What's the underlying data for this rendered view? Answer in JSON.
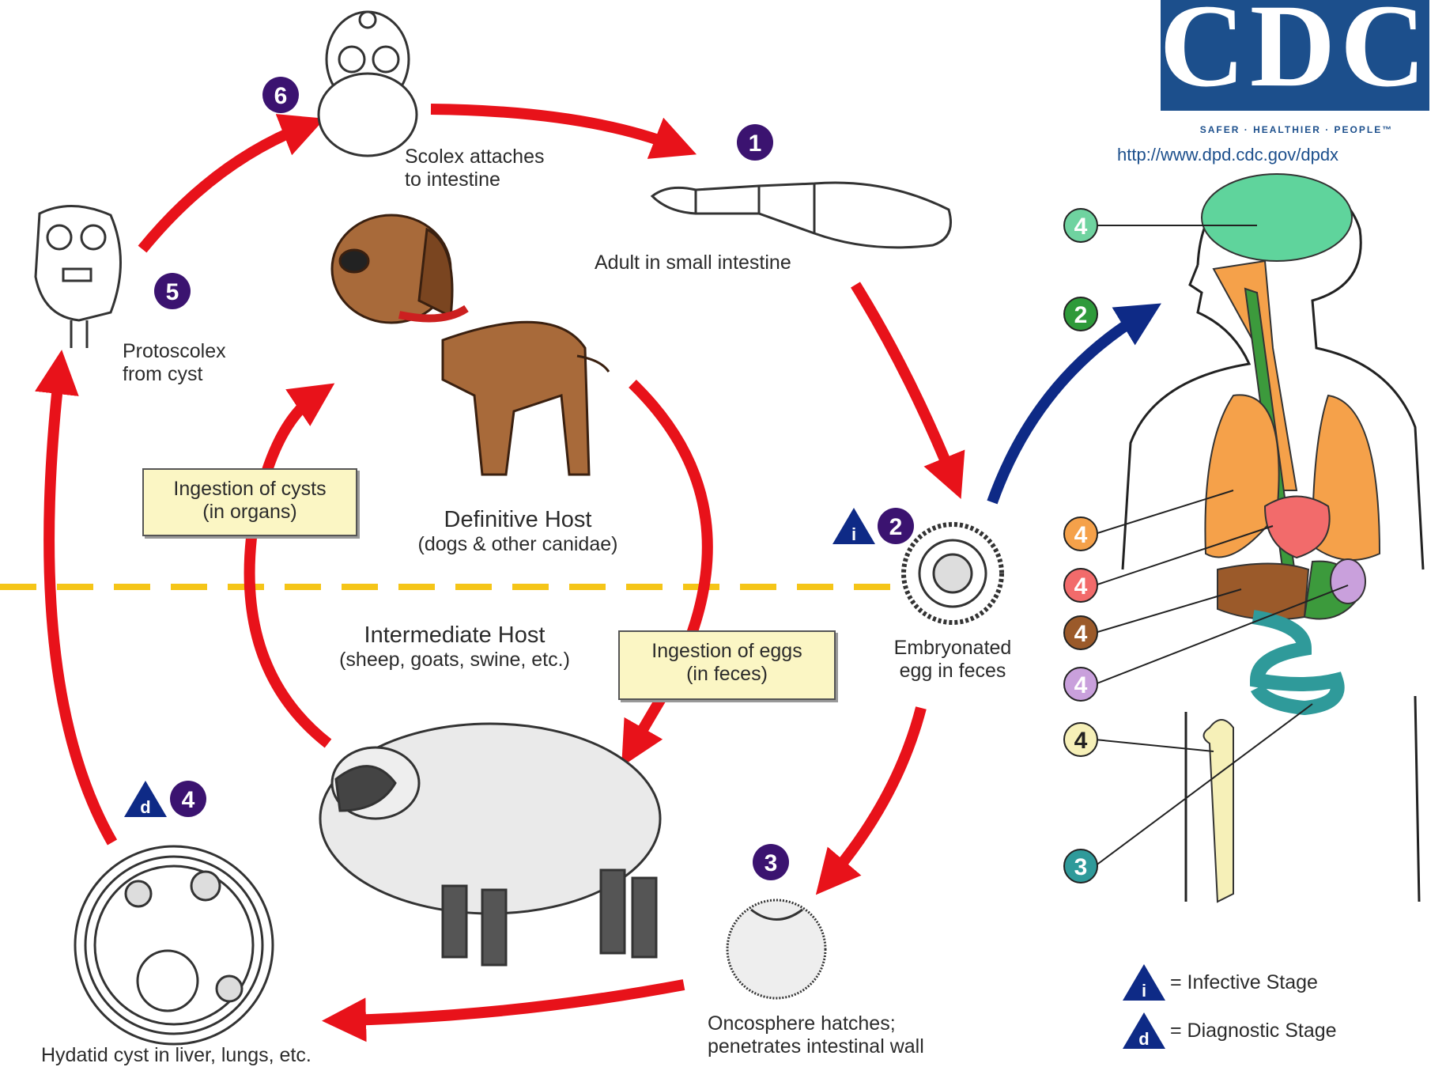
{
  "logo": {
    "text": "CDC",
    "tagline": "SAFER · HEALTHIER · PEOPLE™",
    "url": "http://www.dpd.cdc.gov/dpdx"
  },
  "colors": {
    "cycle_arrow": "#e8121a",
    "human_arrow": "#0e2a86",
    "step_badge": "#3b1370",
    "divider": "#f5c518",
    "label_box": "#fbf6c4"
  },
  "stages": {
    "s1": {
      "number": "1",
      "label": "Adult in small intestine"
    },
    "s2": {
      "number": "2",
      "label_line1": "Embryonated",
      "label_line2": "egg in feces",
      "marker": "i"
    },
    "s3": {
      "number": "3",
      "label_line1": "Oncosphere hatches;",
      "label_line2": "penetrates intestinal wall"
    },
    "s4": {
      "number": "4",
      "label": "Hydatid cyst in liver, lungs, etc.",
      "marker": "d"
    },
    "s5": {
      "number": "5",
      "label_line1": "Protoscolex",
      "label_line2": "from cyst"
    },
    "s6": {
      "number": "6",
      "label_line1": "Scolex attaches",
      "label_line2": "to intestine"
    }
  },
  "hosts": {
    "definitive": {
      "title": "Definitive Host",
      "subtitle": "(dogs & other canidae)"
    },
    "intermediate": {
      "title": "Intermediate Host",
      "subtitle": "(sheep, goats, swine, etc.)"
    }
  },
  "boxes": {
    "cysts": {
      "line1": "Ingestion of cysts",
      "line2": "(in organs)"
    },
    "eggs": {
      "line1": "Ingestion of eggs",
      "line2": "(in feces)"
    }
  },
  "human": {
    "badges": [
      {
        "number": "4",
        "organ": "brain",
        "color": "#6fd3a0"
      },
      {
        "number": "2",
        "organ": "entry",
        "color": "#2e9a3a"
      },
      {
        "number": "4",
        "organ": "lungs",
        "color": "#f5a14a"
      },
      {
        "number": "4",
        "organ": "heart",
        "color": "#f26b6b"
      },
      {
        "number": "4",
        "organ": "liver",
        "color": "#9b5a2a"
      },
      {
        "number": "4",
        "organ": "spleen",
        "color": "#c9a0dc"
      },
      {
        "number": "4",
        "organ": "bone",
        "color": "#f6f0b8"
      },
      {
        "number": "3",
        "organ": "intestine",
        "color": "#2f9a9a"
      }
    ]
  },
  "legend": {
    "infective": {
      "marker": "i",
      "text": "= Infective Stage"
    },
    "diagnostic": {
      "marker": "d",
      "text": "= Diagnostic Stage"
    }
  }
}
